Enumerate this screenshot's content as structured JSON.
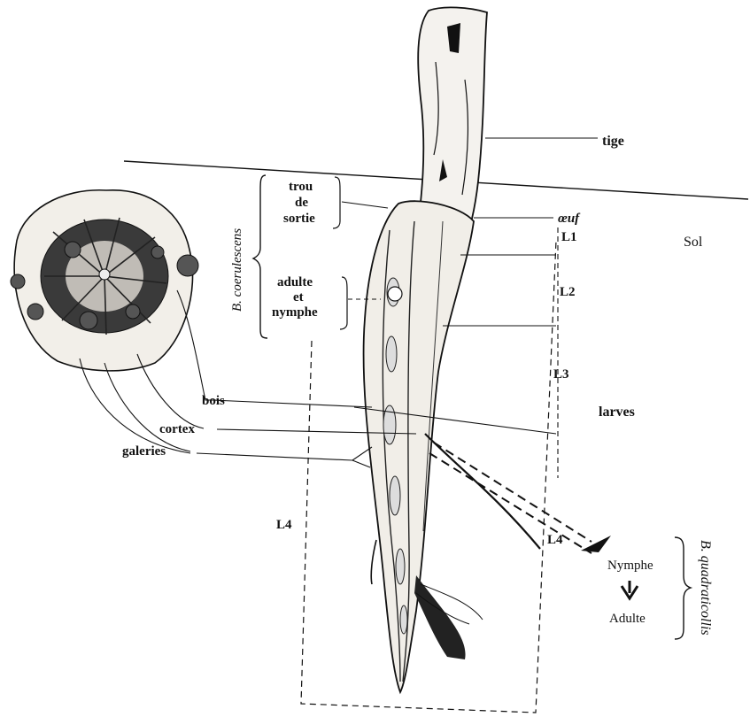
{
  "labels": {
    "tige": "tige",
    "trou_line1": "trou",
    "trou_line2": "de",
    "trou_line3": "sortie",
    "oeuf": "œuf",
    "sol": "Sol",
    "l1": "L1",
    "l2": "L2",
    "l3": "L3",
    "l4_right": "L4",
    "l4_left": "L4",
    "adulte_line1": "adulte",
    "adulte_line2": "et",
    "adulte_line3": "nymphe",
    "species_left": "B. coerulescens",
    "bois": "bois",
    "cortex": "cortex",
    "galeries": "galeries",
    "larves": "larves",
    "nymphe": "Nymphe",
    "adulte": "Adulte",
    "species_right": "B. quadraticollis"
  },
  "colors": {
    "ink": "#111111",
    "stem_fill": "#f4f2ee",
    "paper": "#ffffff"
  }
}
